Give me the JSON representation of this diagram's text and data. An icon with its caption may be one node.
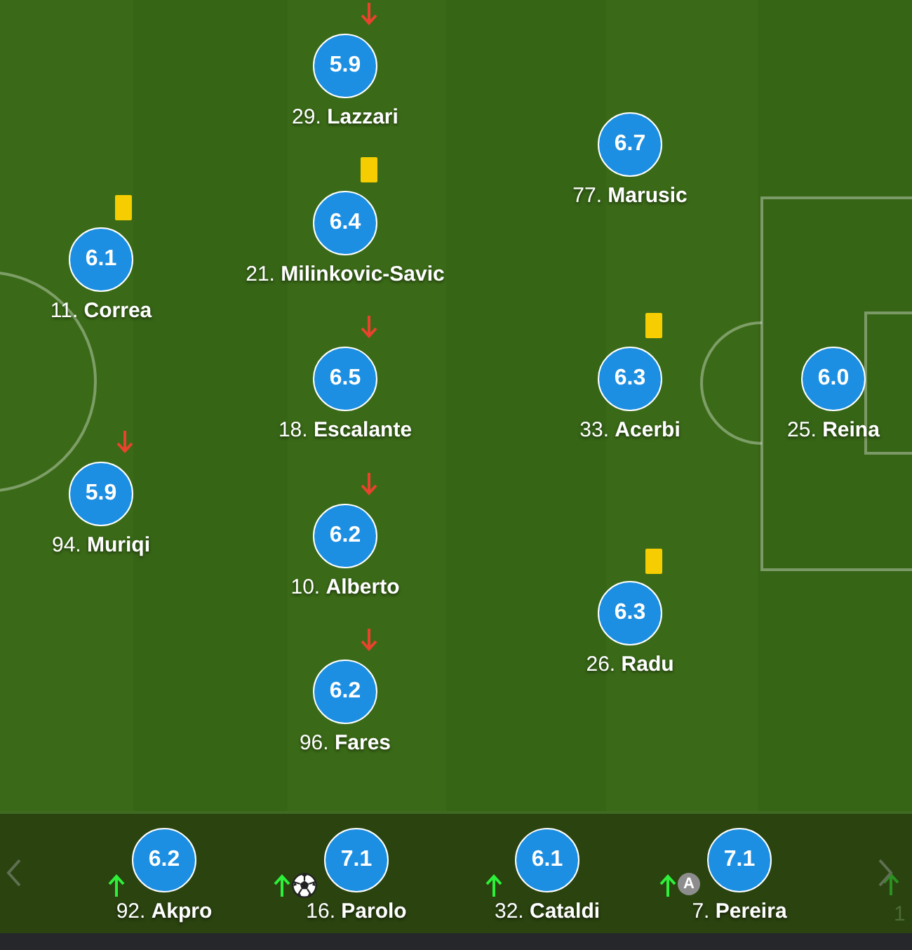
{
  "diagram": {
    "nodes": [
      {
        "text": [
          "5.9"
        ],
        "beside": [
          "29. **Lazzari**"
        ]
      },
      {
        "text": [
          "6.7"
        ],
        "beside": [
          "77. **Marusic**"
        ]
      },
      {
        "text": [
          "6.4"
        ],
        "beside": [
          "21. **Milinkovic-Savic**"
        ]
      },
      {
        "text": [
          "6.1"
        ],
        "beside": [
          "11. **Correa**"
        ]
      },
      {
        "text": [
          "6.5"
        ],
        "beside": [
          "18. **Escalante**"
        ]
      },
      {
        "text": [
          "6.3"
        ],
        "beside": [
          "33. **Acerbi**"
        ]
      },
      {
        "text": [
          "6.0"
        ],
        "beside": [
          "25. **Reina**"
        ]
      },
      {
        "text": [
          "5.9"
        ],
        "beside": [
          "94. **Muriqi**"
        ]
      },
      {
        "text": [
          "6.2"
        ],
        "beside": [
          "10. **Alberto**"
        ]
      },
      {
        "text": [
          "6.3"
        ],
        "beside": [
          "26. **Radu**"
        ]
      },
      {
        "text": [
          "6.2"
        ],
        "beside": [
          "96. **Fares**"
        ]
      },
      {
        "text": [
          "6.2"
        ],
        "beside": [
          "92. **Akpro**"
        ]
      },
      {
        "text": [
          "7.1"
        ],
        "beside": [
          "16. **Parolo**"
        ]
      },
      {
        "text": [
          "6.1"
        ],
        "beside": [
          "32. **Cataldi**"
        ]
      },
      {
        "text": [
          "7.1"
        ],
        "beside": [
          "7. **Pereira**",
          "A"
        ]
      }
    ],
    "labels": [
      "1"
    ]
  }
}
